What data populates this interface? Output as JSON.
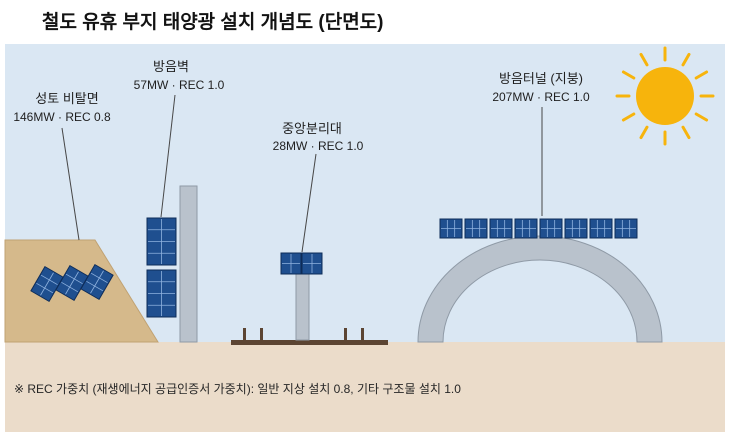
{
  "title": "철도 유휴 부지 태양광 설치 개념도 (단면도)",
  "sites": {
    "embankment": {
      "name": "성토 비탈면",
      "capacity": "146MW · REC 0.8"
    },
    "noise_barrier": {
      "name": "방음벽",
      "capacity": "57MW · REC 1.0"
    },
    "median": {
      "name": "중앙분리대",
      "capacity": "28MW · REC 1.0"
    },
    "noise_tunnel": {
      "name": "방음터널 (지붕)",
      "capacity": "207MW · REC 1.0"
    }
  },
  "footnote": "※ REC 가중치 (재생에너지 공급인증서 가중치): 일반 지상 설치 0.8, 기타 구조물 설치 1.0",
  "icons": {
    "sun": "sun-icon"
  },
  "colors": {
    "sky": "#dae7f3",
    "ground": "#ebdcca",
    "embankment": "#d5b98b",
    "structure": "#b9c2cc",
    "panel": "#1f4f8f",
    "panel_grid": "#8fb2df",
    "sun": "#f7b40c",
    "rail_base": "#5c4533"
  }
}
